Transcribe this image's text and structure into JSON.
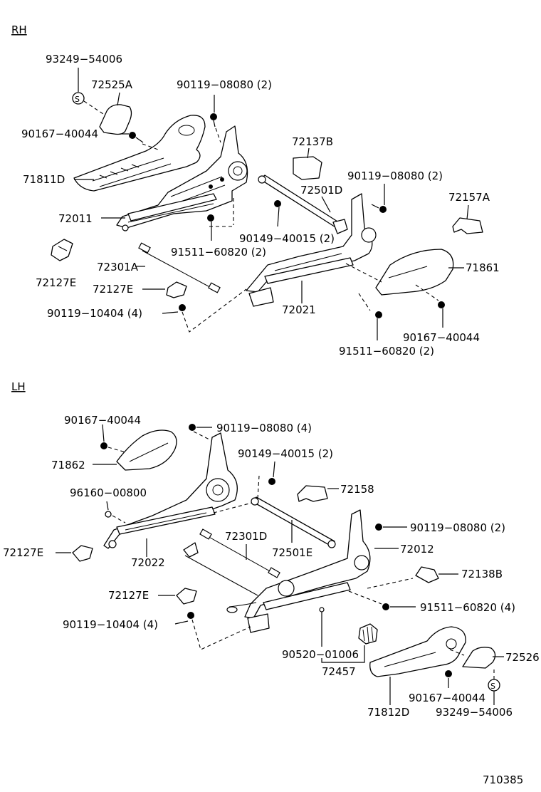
{
  "sections": {
    "rh": "RH",
    "lh": "LH"
  },
  "rh_labels": {
    "p93249_54006": "93249−54006",
    "p72525A": "72525A",
    "p90119_08080_2a": "90119−08080 (2)",
    "p90167_40044a": "90167−40044",
    "p72137B": "72137B",
    "p71811D": "71811D",
    "p90119_08080_2b": "90119−08080 (2)",
    "p72501D": "72501D",
    "p72157A": "72157A",
    "p72011": "72011",
    "p90149_40015": "90149−40015 (2)",
    "p91511_60820a": "91511−60820 (2)",
    "p72301A": "72301A",
    "p71861": "71861",
    "p72127E_a": "72127E",
    "p72127E_b": "72127E",
    "p90119_10404": "90119−10404 (4)",
    "p72021": "72021",
    "p90167_40044b": "90167−40044",
    "p91511_60820b": "91511−60820 (2)"
  },
  "lh_labels": {
    "p90167_40044a": "90167−40044",
    "p90119_08080_4": "90119−08080 (4)",
    "p90149_40015": "90149−40015 (2)",
    "p71862": "71862",
    "p96160_00800": "96160−00800",
    "p72158": "72158",
    "p72301D": "72301D",
    "p90119_08080_2": "90119−08080 (2)",
    "p72127E_a": "72127E",
    "p72022": "72022",
    "p72501E": "72501E",
    "p72012": "72012",
    "p72138B": "72138B",
    "p72127E_b": "72127E",
    "p91511_60820": "91511−60820 (4)",
    "p90119_10404": "90119−10404 (4)",
    "p90520_01006": "90520−01006",
    "p72526": "72526",
    "p72457": "72457",
    "p90167_40044b": "90167−40044",
    "p93249_54006": "93249−54006",
    "p71812D": "71812D"
  },
  "washer_mark": "S",
  "figure_number": "710385"
}
